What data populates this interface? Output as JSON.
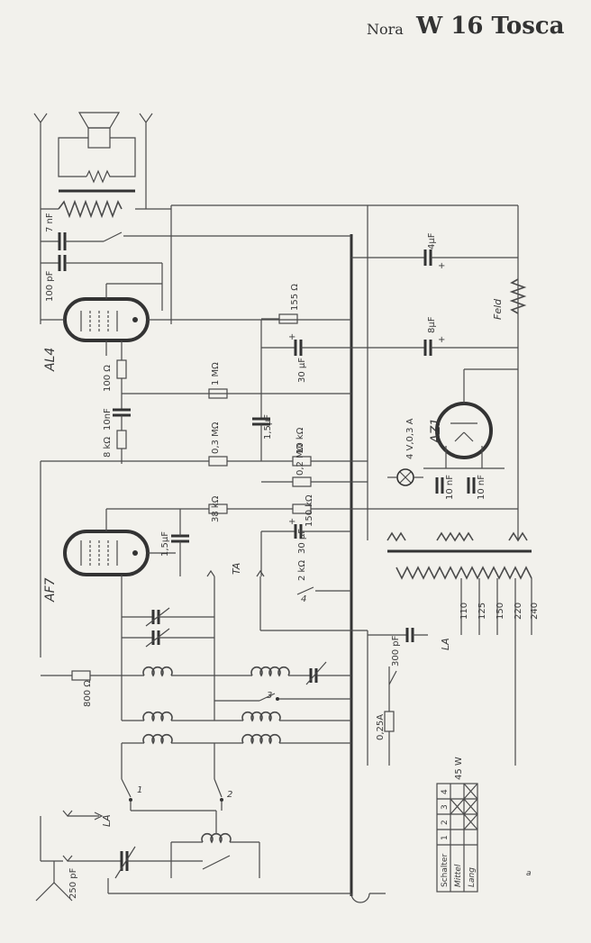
{
  "title": {
    "brand": "Nora",
    "model": "W 16 Tosca"
  },
  "tubes": {
    "output": "AL4",
    "input": "AF7",
    "rectifier": "AZ1"
  },
  "components": {
    "c_7nf": "7 nF",
    "c_100pf": "100 pF",
    "r_155": "155 Ω",
    "c_30uf_top": "30 μF",
    "c_8uf": "8μF",
    "c_4uf": "4μF",
    "field": "Feld",
    "r_100": "100 Ω",
    "r_1m": "1 MΩ",
    "c_10nf": "10nF",
    "r_8k": "8 kΩ",
    "c_15uf_mid": "1,5μF",
    "r_03m": "0,3 MΩ",
    "r_10k": "10 kΩ",
    "r_02m": "0,2 MΩ",
    "lamp": "4 V,0,3 A",
    "c_10nf_a": "10 nF",
    "c_10nf_b": "10 nF",
    "r_38k": "38 kΩ",
    "r_150k": "150 kΩ",
    "c_15uf_af7": "1,5μF",
    "c_30uf_af7": "30 μF",
    "r_2k": "2 kΩ",
    "ta": "TA",
    "r_800": "800 Ω",
    "c_300pf": "300 pF",
    "fuse": "0,25A",
    "la_mains": "LA",
    "la_ant": "LA",
    "c_250pf": "250 pF",
    "sw1": "1",
    "sw2": "2",
    "sw3": "3",
    "sw4": "4",
    "power": "45 W",
    "taps": [
      "110",
      "125",
      "150",
      "220",
      "240"
    ]
  },
  "switch_table": {
    "header": "Schalter",
    "cols": [
      "1",
      "2",
      "3",
      "4"
    ],
    "rows": [
      "Mittel",
      "Lang"
    ]
  },
  "footer_mark": "a"
}
